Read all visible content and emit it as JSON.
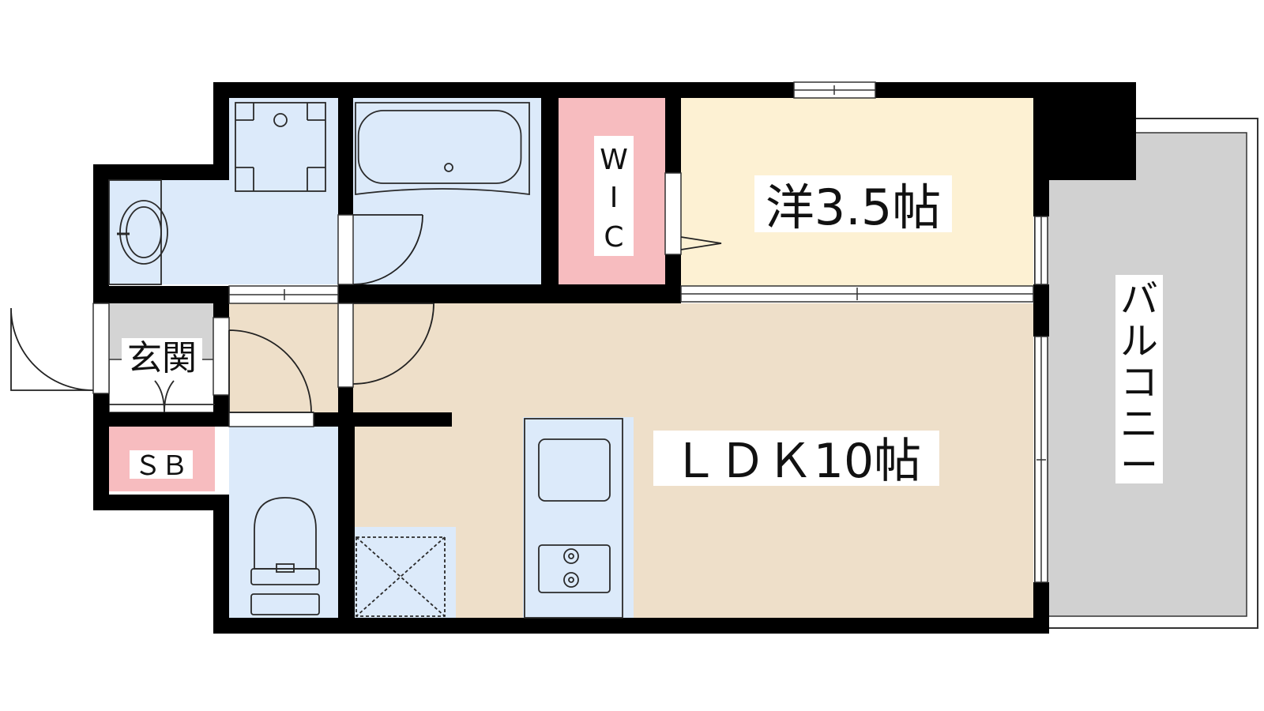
{
  "rooms": {
    "western_room": {
      "label": "洋3.5帖"
    },
    "ldk": {
      "label": "ＬＤＫ10帖"
    },
    "wic": {
      "label_chars": [
        "W",
        "I",
        "C"
      ]
    },
    "entrance": {
      "label": "玄関"
    },
    "shoe_box": {
      "label": "ＳＢ"
    },
    "balcony": {
      "label_chars": [
        "バ",
        "ル",
        "コ",
        "ニ",
        "ー"
      ]
    }
  },
  "colors": {
    "wall": "#000000",
    "wet_area": "#dceafa",
    "ldk_floor": "#eedfc9",
    "western_room_floor": "#fdf1d3",
    "wic_floor": "#f7bcbf",
    "shoe_box_floor": "#f7bcbf",
    "balcony_floor": "#d1d1d1",
    "entrance_floor": "#d4d4d4",
    "fixture_outline": "#2a2a2a"
  }
}
